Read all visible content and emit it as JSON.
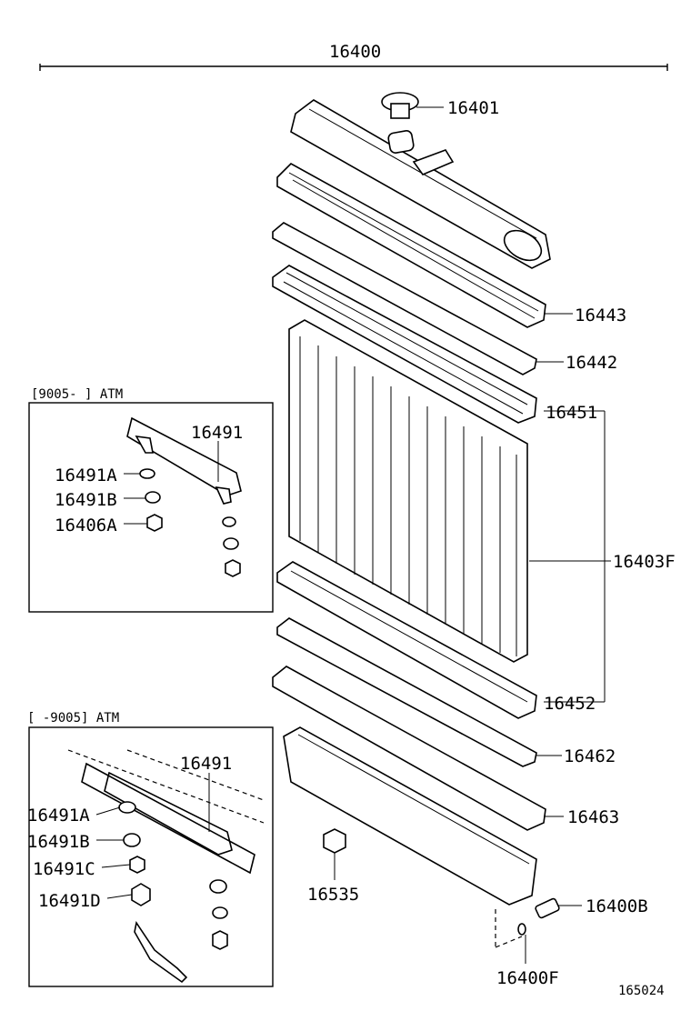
{
  "assembly_number": "16400",
  "figure_code": "165024",
  "inset_top": {
    "caption": "[9005-     ] ATM"
  },
  "inset_bottom": {
    "caption": "[     -9005] ATM"
  },
  "labels": {
    "p16401": "16401",
    "p16443": "16443",
    "p16442": "16442",
    "p16451": "16451",
    "p16403F": "16403F",
    "p16452": "16452",
    "p16462": "16462",
    "p16463": "16463",
    "p16535": "16535",
    "p16400B": "16400B",
    "p16400F": "16400F",
    "t16491": "16491",
    "t16491A": "16491A",
    "t16491B": "16491B",
    "t16406A": "16406A",
    "b16491": "16491",
    "b16491A": "16491A",
    "b16491B": "16491B",
    "b16491C": "16491C",
    "b16491D": "16491D"
  }
}
